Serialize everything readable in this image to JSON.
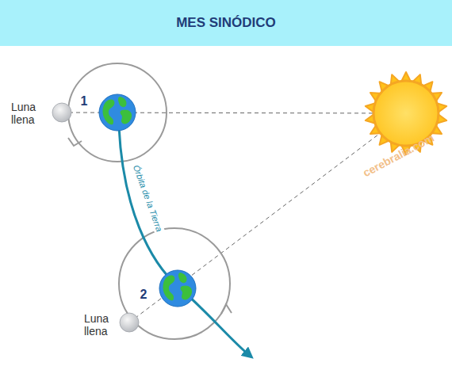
{
  "diagram": {
    "title": "MES SINÓDICO",
    "labels": [
      "Luna llena",
      "1",
      "Órbita de la Tierra",
      "cerebralia.com",
      "2",
      "Luna llena"
    ]
  }
}
